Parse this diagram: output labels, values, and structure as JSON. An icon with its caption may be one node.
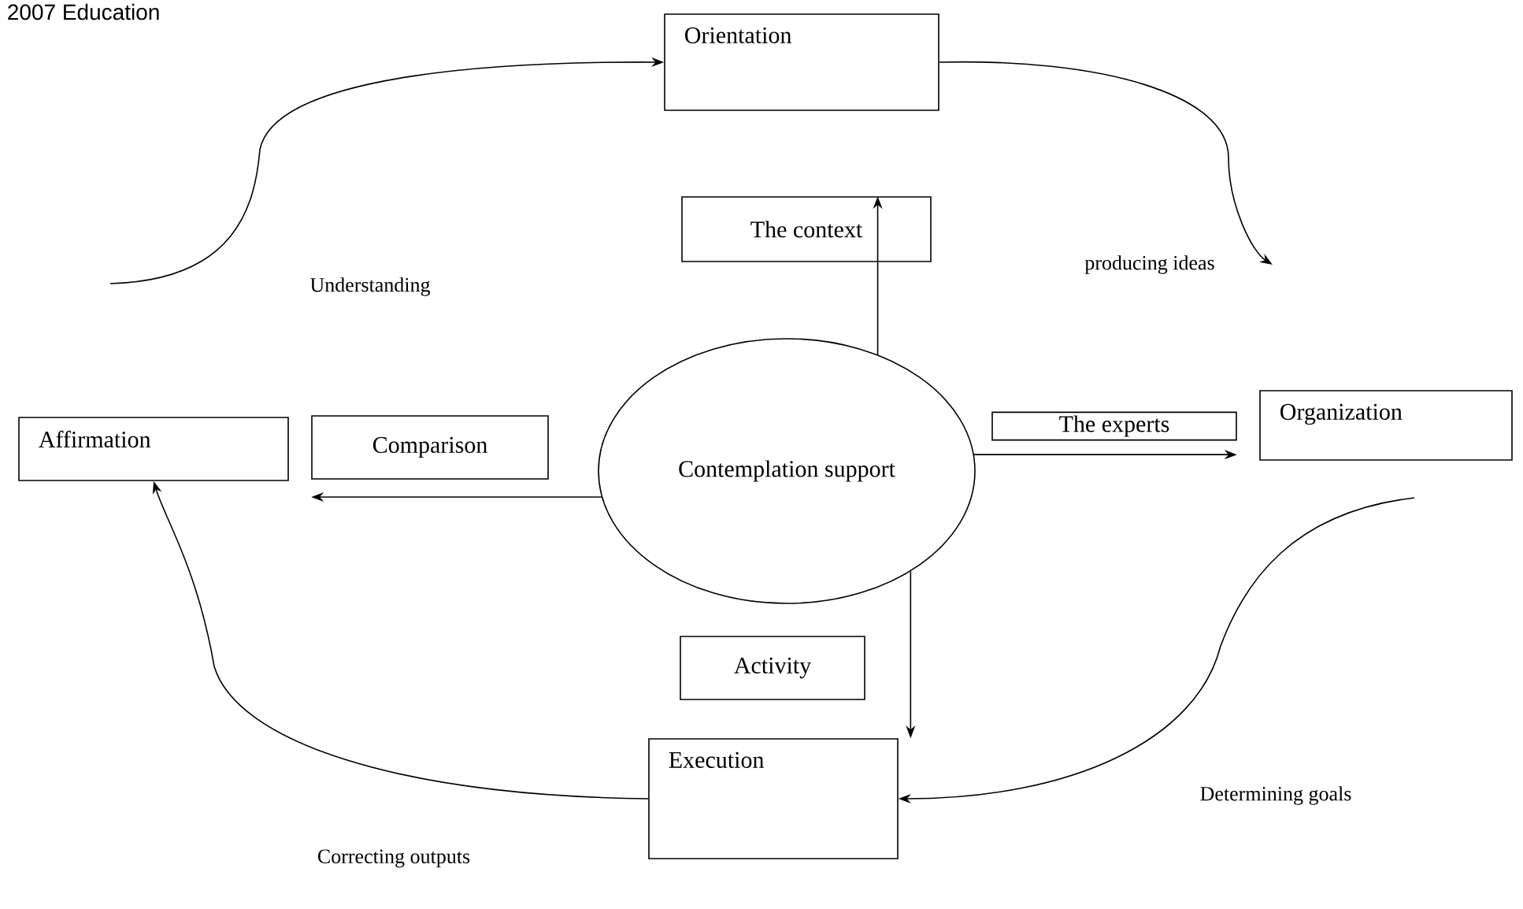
{
  "diagram": {
    "nodes": [
      {
        "text": [
          "Orientation"
        ]
      },
      {
        "text": [
          "The context"
        ]
      },
      {
        "text": [
          "Affirmation"
        ]
      },
      {
        "text": [
          "Comparison"
        ]
      },
      {
        "text": [
          "Contemplation support"
        ]
      },
      {
        "text": [
          "The experts"
        ]
      },
      {
        "text": [
          "Organization"
        ]
      },
      {
        "text": [
          "Activity"
        ]
      },
      {
        "text": [
          "Execution"
        ]
      }
    ],
    "edges": [
      {
        "from": null,
        "to": 0,
        "arrow": "to",
        "label": "Understanding"
      },
      {
        "from": 0,
        "to": null,
        "arrow": "to",
        "label": "producing ideas"
      },
      {
        "from": null,
        "to": 8,
        "arrow": "to",
        "label": "Determining goals"
      },
      {
        "from": 8,
        "to": 2,
        "arrow": "to",
        "label": "Correcting outputs"
      },
      {
        "from": 4,
        "to": 1,
        "arrow": "to"
      },
      {
        "from": 4,
        "to": 3,
        "arrow": "to"
      },
      {
        "from": 4,
        "to": 5,
        "arrow": "to"
      },
      {
        "from": 4,
        "to": 8,
        "arrow": "to"
      }
    ],
    "labels": [
      "2007 Education"
    ]
  }
}
